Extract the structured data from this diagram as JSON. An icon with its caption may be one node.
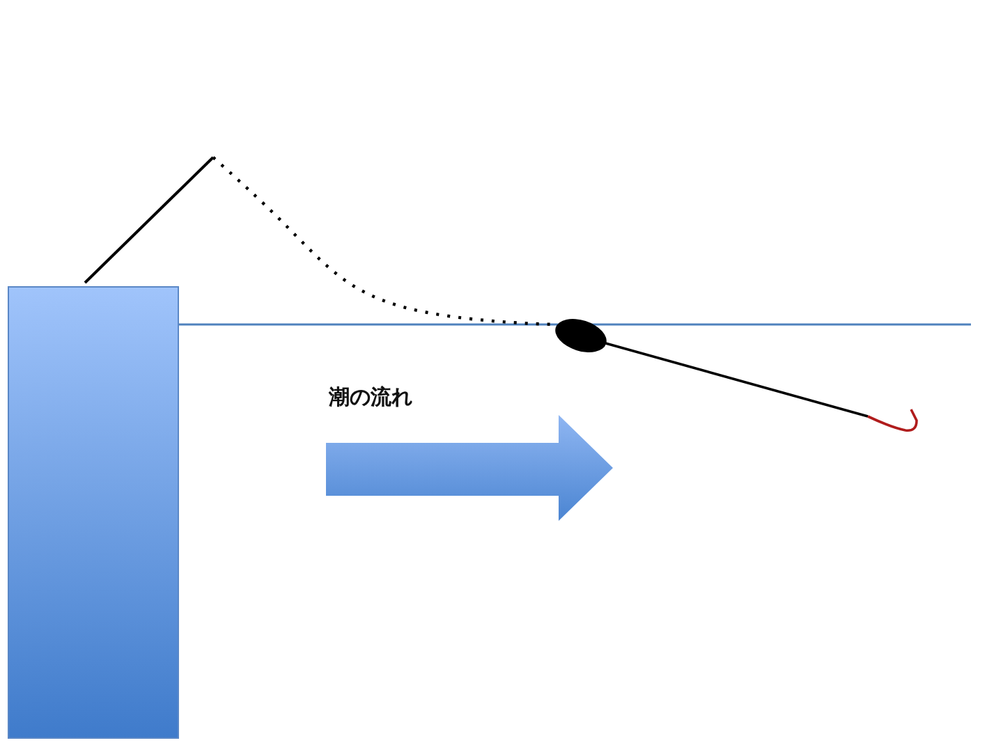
{
  "diagram": {
    "nodes": [
      {
        "text": [],
        "shape": "box"
      },
      {
        "text": [],
        "shape": "line"
      },
      {
        "text": [],
        "shape": "ellipse"
      },
      {
        "text": [],
        "shape": "hook"
      }
    ],
    "edges": [
      {
        "from": 1,
        "to": 2,
        "arrow": "none",
        "style": "dashed"
      },
      {
        "from": 2,
        "to": 3,
        "arrow": "none"
      }
    ],
    "labels": [
      "潮の流れ"
    ]
  }
}
